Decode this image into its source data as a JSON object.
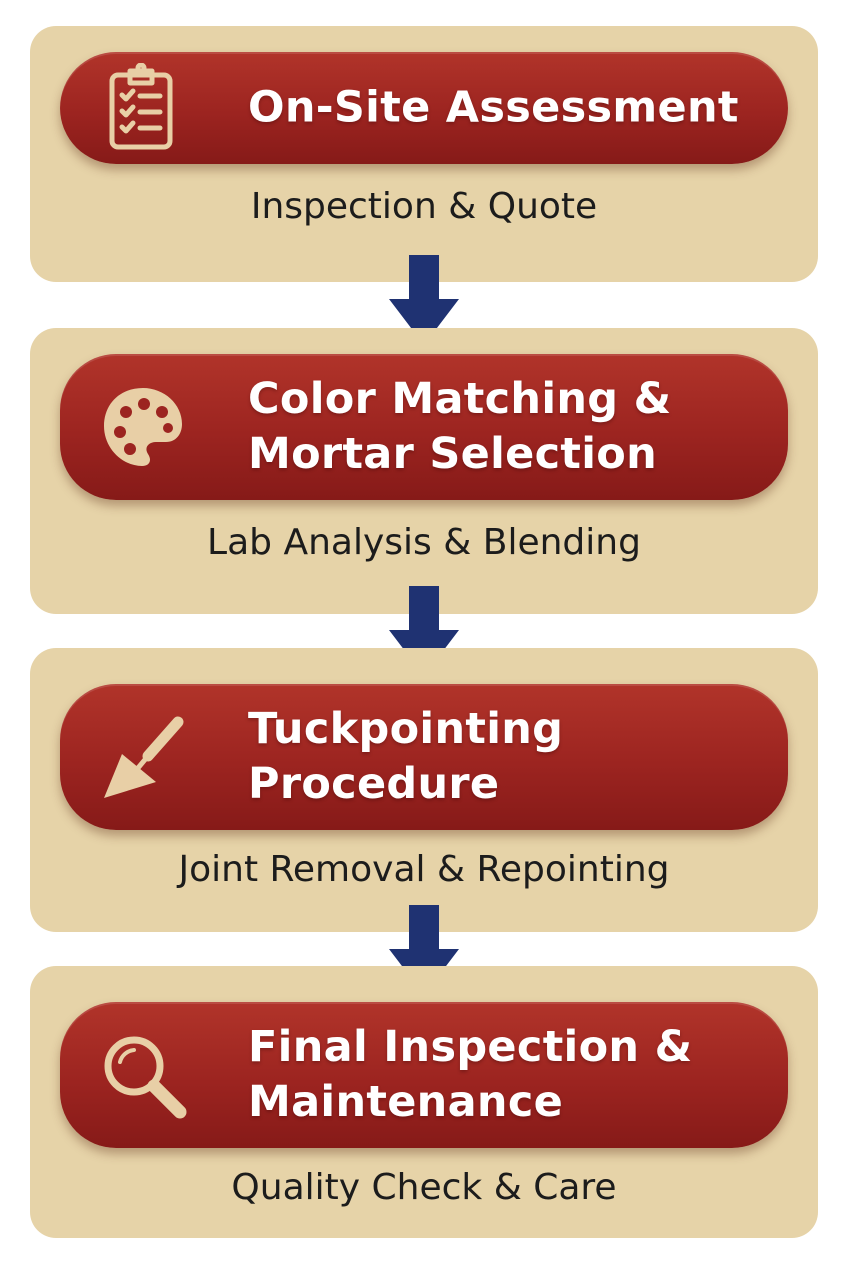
{
  "steps": [
    {
      "title": "On-Site Assessment",
      "subtitle": "Inspection & Quote",
      "icon": "clipboard-checklist-icon"
    },
    {
      "title": "Color Matching & Mortar Selection",
      "subtitle": "Lab Analysis & Blending",
      "icon": "palette-icon"
    },
    {
      "title": "Tuckpointing Procedure",
      "subtitle": "Joint Removal & Repointing",
      "icon": "trowel-icon"
    },
    {
      "title": "Final Inspection & Maintenance",
      "subtitle": "Quality Check & Care",
      "icon": "magnifying-glass-icon"
    }
  ],
  "colors": {
    "card_background": "#e6d3a8",
    "pill_red": "#9c2420",
    "icon_tan": "#e8cfa6",
    "arrow_navy": "#1f3272",
    "title_text": "#ffffff",
    "subtitle_text": "#1c1c1c"
  }
}
